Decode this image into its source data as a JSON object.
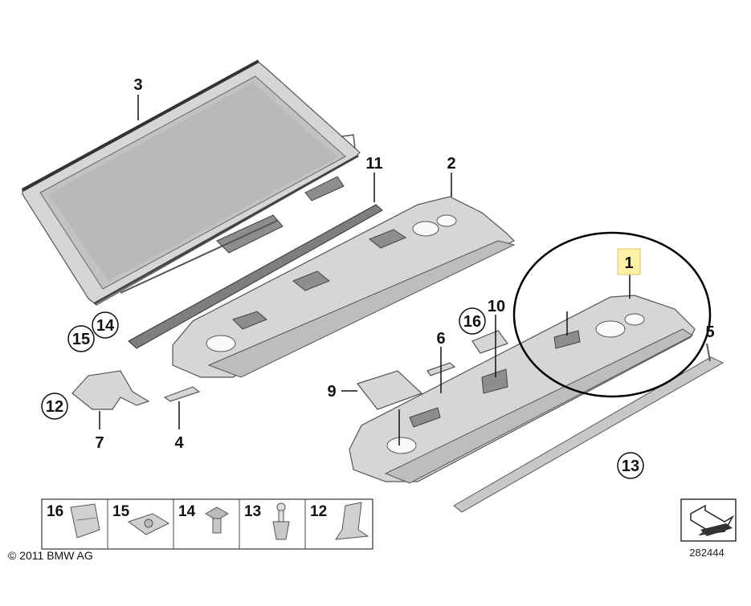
{
  "callouts": {
    "c1": "1",
    "c2": "2",
    "c3": "3",
    "c4": "4",
    "c5": "5",
    "c6": "6",
    "c7": "7",
    "c9": "9",
    "c10": "10",
    "c11": "11",
    "c12": "12",
    "c13": "13",
    "c14": "14",
    "c15": "15",
    "c16": "16"
  },
  "legend": [
    "16",
    "15",
    "14",
    "13",
    "12"
  ],
  "copyright": "© 2011 BMW AG",
  "diagram_number": "282444",
  "colors": {
    "highlight": "#fff2a8",
    "background": "#ffffff",
    "part_fill": "#d6d6d6"
  }
}
